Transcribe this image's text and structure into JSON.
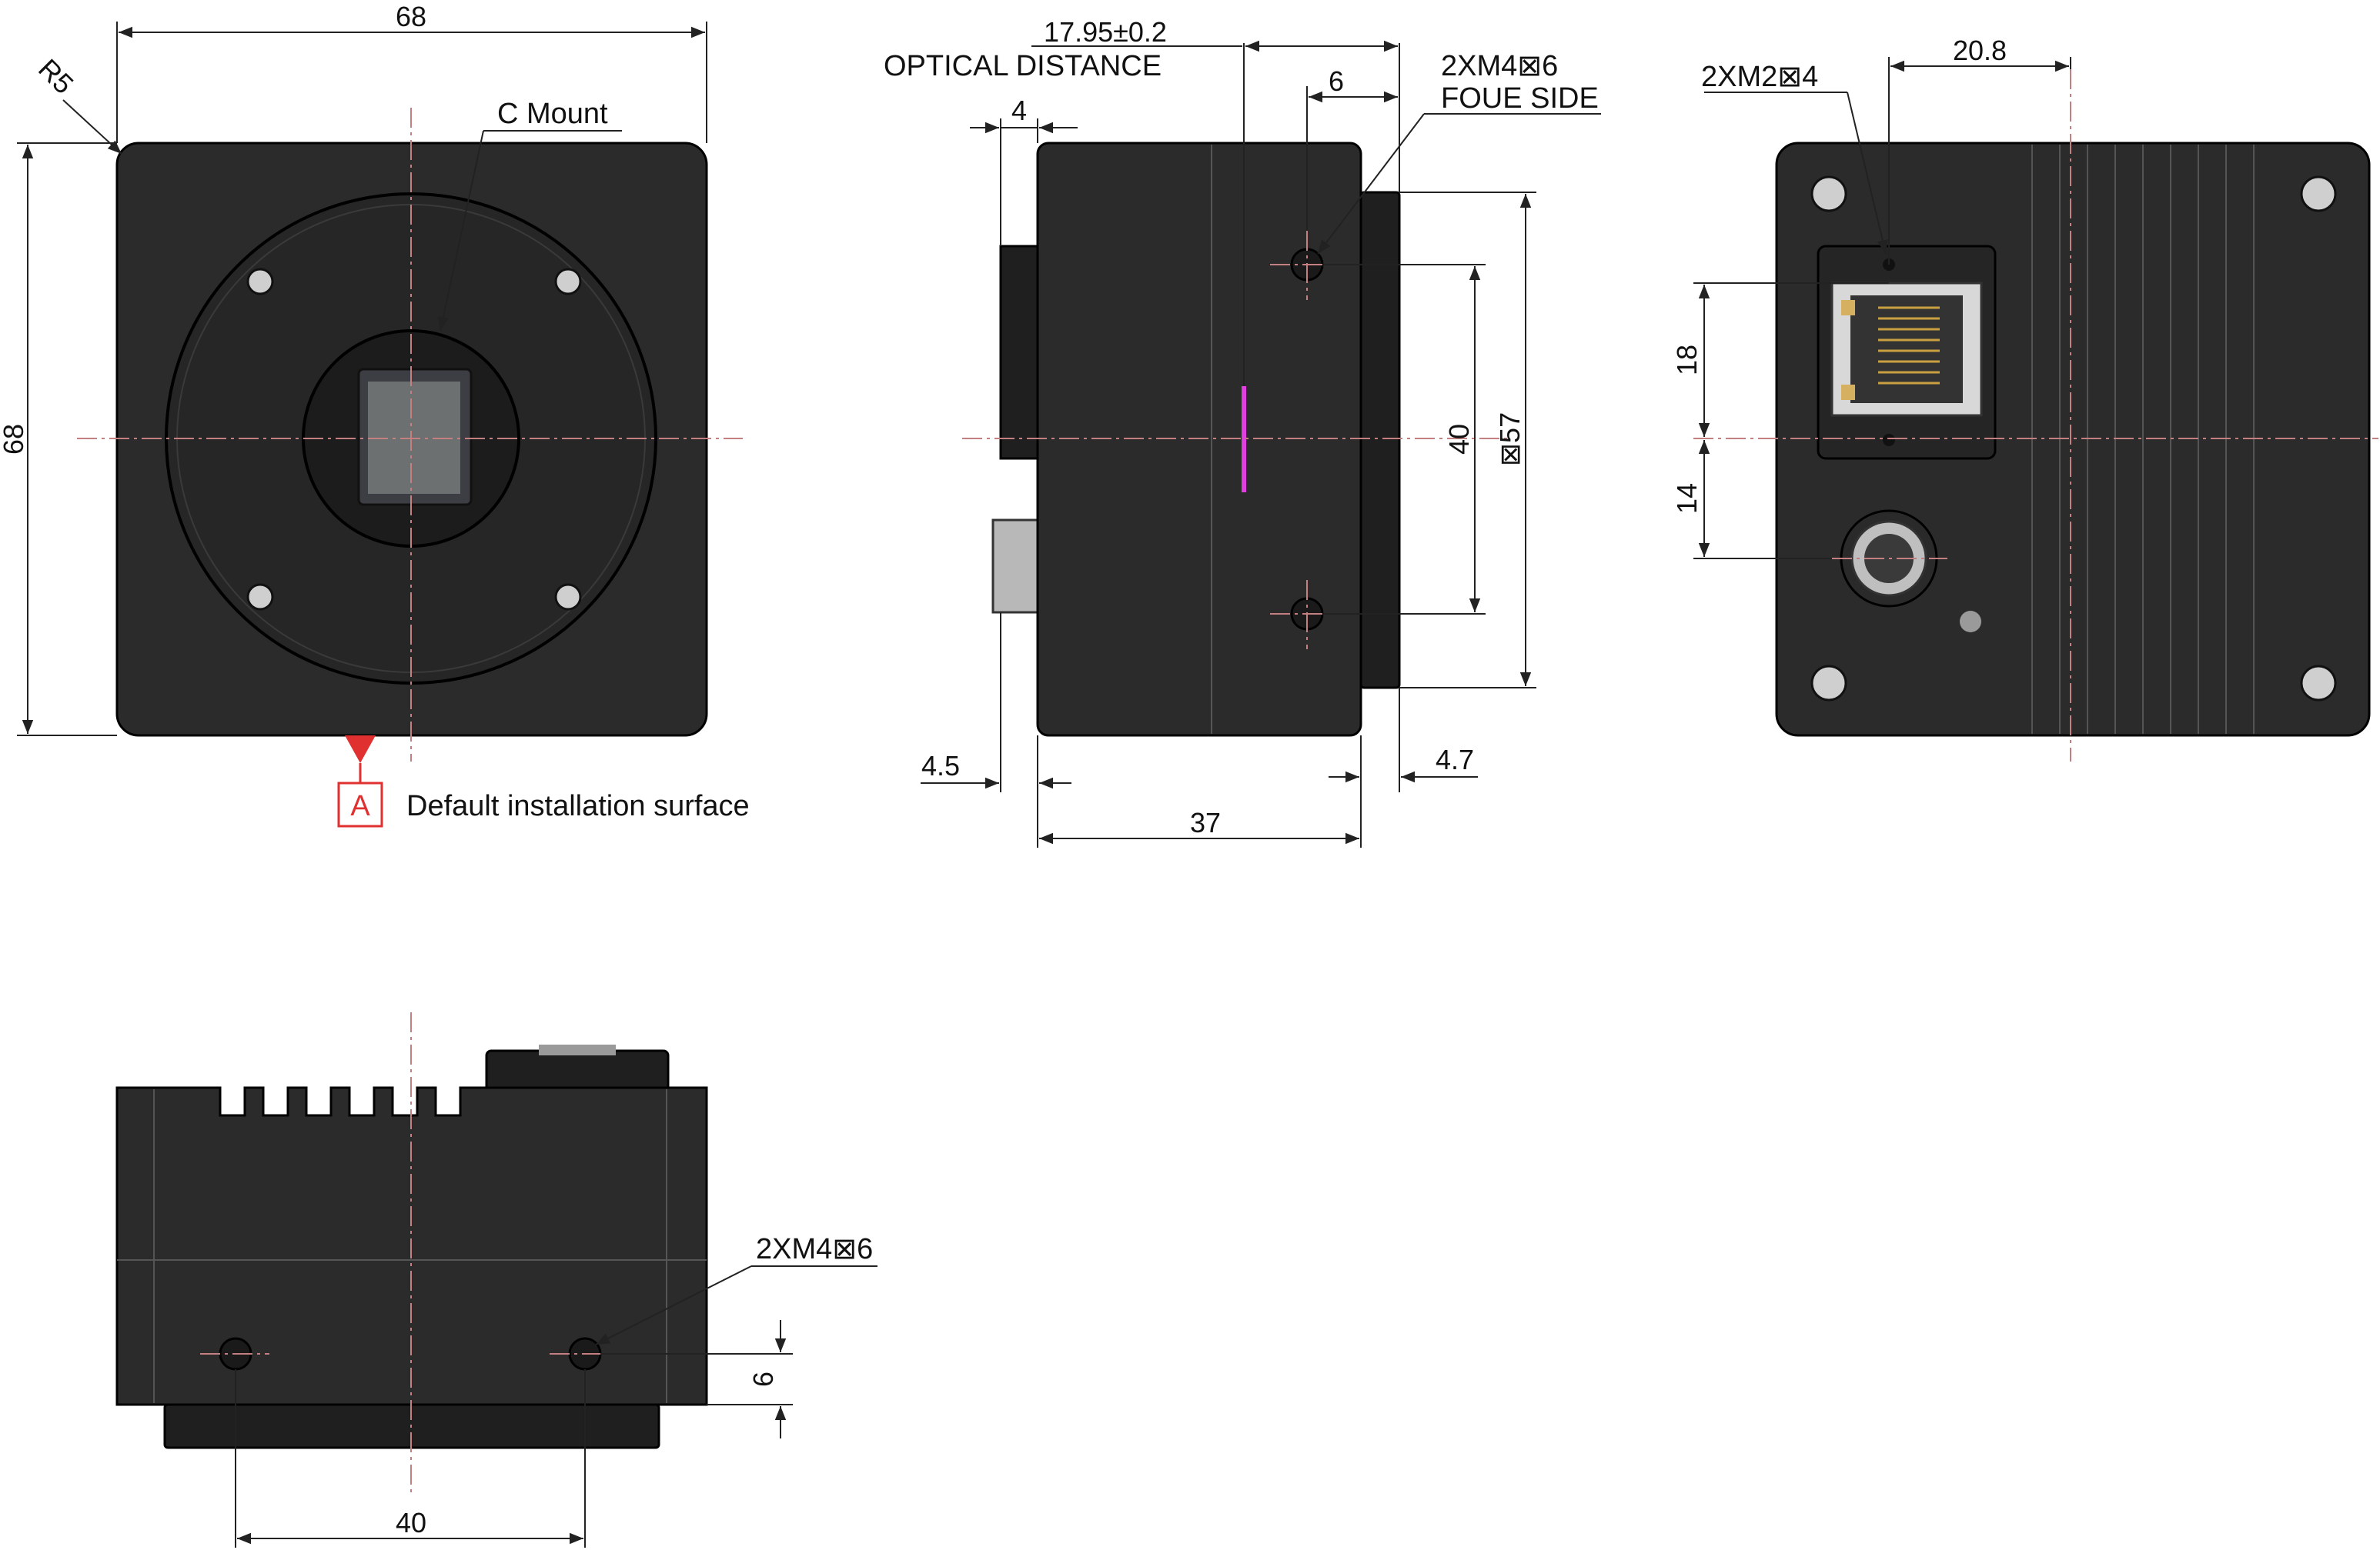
{
  "front_view": {
    "width_dim": "68",
    "height_dim": "68",
    "radius_dim": "R5",
    "mount_label": "C  Mount",
    "datum_letter": "A",
    "datum_caption": "Default installation surface"
  },
  "side_view": {
    "optical_tolerance": "17.95±0.2",
    "optical_label": "OPTICAL DISTANCE",
    "dim_4": "4",
    "dim_6": "6",
    "screw_line1": "2XM4⊠6",
    "screw_line2": "FOUE SIDE",
    "dim_40": "40",
    "dim_phi57": "⊠57",
    "dim_4_5": "4.5",
    "dim_4_7": "4.7",
    "dim_37": "37"
  },
  "rear_view": {
    "screw_label": "2XM2⊠4",
    "dim_20_8": "20.8",
    "dim_18": "18",
    "dim_14": "14"
  },
  "bottom_view": {
    "screw_label": "2XM4⊠6",
    "dim_6": "6",
    "dim_40": "40"
  },
  "colors": {
    "body": "#2b2b2b",
    "datum_red": "#e03030",
    "optical_magenta": "#e040e0",
    "center_line": "#c48080"
  }
}
